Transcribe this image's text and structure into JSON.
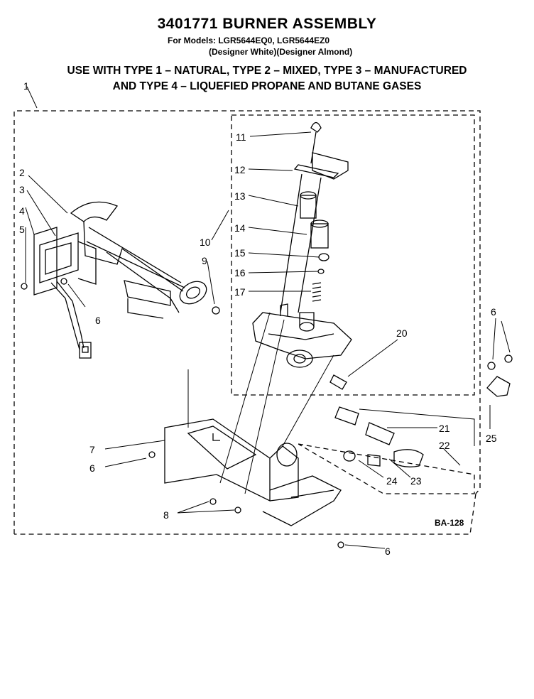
{
  "header": {
    "title": "3401771 BURNER ASSEMBLY",
    "models_line": "For Models: LGR5644EQ0, LGR5644EZ0",
    "colors_line": "(Designer White)(Designer Almond)",
    "gas_line_1": "USE WITH TYPE 1 – NATURAL, TYPE 2 – MIXED, TYPE 3 – MANUFACTURED",
    "gas_line_2": "AND TYPE 4 – LIQUEFIED PROPANE AND BUTANE GASES"
  },
  "callouts": {
    "c1": "1",
    "c2": "2",
    "c3": "3",
    "c4": "4",
    "c5": "5",
    "c6": "6",
    "c7": "7",
    "c8": "8",
    "c9": "9",
    "c10": "10",
    "c11": "11",
    "c12": "12",
    "c13": "13",
    "c14": "14",
    "c15": "15",
    "c16": "16",
    "c17": "17",
    "c20": "20",
    "c21": "21",
    "c22": "22",
    "c23": "23",
    "c24": "24",
    "c25": "25"
  },
  "diagram_code": "BA-128"
}
